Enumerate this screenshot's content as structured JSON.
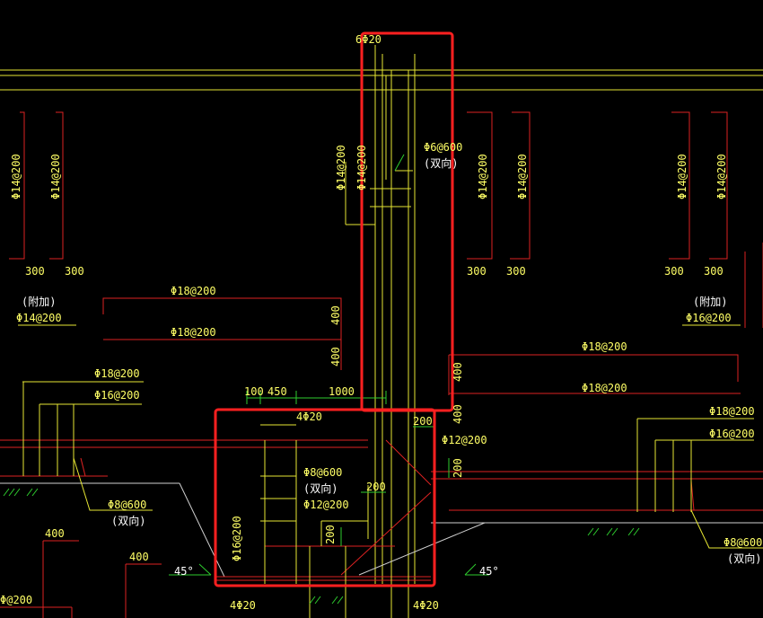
{
  "colors": {
    "background": "#000000",
    "text": "#ffff66",
    "rebar": "#e6e633",
    "dim": "#2ecc2e",
    "concrete": "#d22222",
    "highlight": "#ff2020"
  },
  "labels": {
    "top_bar": "6Φ20",
    "wall_left": "Φ14@200",
    "wall_mid_1": "Φ14@200",
    "wall_mid_2": "Φ14@200",
    "wall_mid_3": "Φ14@200",
    "wall_right_1": "Φ14@200",
    "wall_right_2": "Φ14@200",
    "col_vert_1": "Φ14@200",
    "col_vert_2": "Φ14@200",
    "tie_top": "Φ6@600",
    "tie_top_note": "(双向)",
    "dim_300_a": "300",
    "dim_300_b": "300",
    "dim_300_c": "300",
    "dim_300_d": "300",
    "dim_300_e": "300",
    "dim_300_f": "300",
    "extra_left": "(附加)",
    "extra_left_bar": "Φ14@200",
    "extra_right": "(附加)",
    "extra_right_bar": "Φ16@200",
    "slab_top_1": "Φ18@200",
    "slab_top_2": "Φ18@200",
    "dim_400_a": "400",
    "dim_400_b": "400",
    "slab_r_1": "Φ18@200",
    "slab_r_2": "Φ18@200",
    "dim_400_c": "400",
    "dim_400_d": "400",
    "left_1": "Φ18@200",
    "left_2": "Φ16@200",
    "dim_100": "100",
    "dim_450": "450",
    "dim_1000": "1000",
    "bar_4_20_top": "4Φ20",
    "dim_200_a": "200",
    "bar_12_200_a": "Φ12@200",
    "dim_200_b": "200",
    "right_1": "Φ18@200",
    "right_2": "Φ16@200",
    "tie_mid": "Φ8@600",
    "tie_mid_note": "(双向)",
    "dim_200_c": "200",
    "bar_12_200_b": "Φ12@200",
    "tie_left": "Φ8@600",
    "tie_left_note": "(双向)",
    "dim_200_d": "200",
    "dim_400_e": "400",
    "dim_400_f": "400",
    "bar_16_200": "Φ16@200",
    "angle_left": "45°",
    "angle_right": "45°",
    "tie_right": "Φ8@600",
    "tie_right_note": "(双向)",
    "corner_bl": "Φ@200",
    "bar_4_20_bl": "4Φ20",
    "bar_4_20_br": "4Φ20"
  }
}
